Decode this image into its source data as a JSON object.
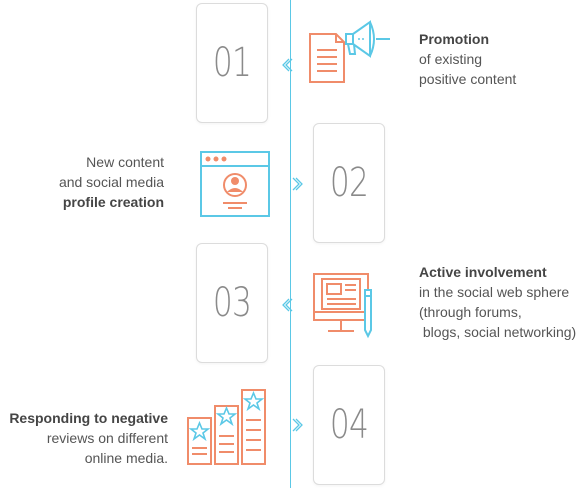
{
  "steps": [
    {
      "number": "01",
      "title": "Promotion",
      "lines": [
        "of existing",
        "positive content"
      ],
      "icon": "megaphone-document-icon"
    },
    {
      "number": "02",
      "title": "profile creation",
      "lines": [
        "New content",
        "and social media"
      ],
      "icon": "browser-profile-icon"
    },
    {
      "number": "03",
      "title": "Active involvement",
      "lines": [
        "in the social web sphere",
        "(through forums,",
        " blogs, social networking)"
      ],
      "icon": "monitor-newspaper-icon"
    },
    {
      "number": "04",
      "title": "Responding to negative",
      "lines": [
        "reviews on different",
        "online media."
      ],
      "icon": "star-ratings-icon"
    }
  ],
  "colors": {
    "accent_orange": "#f08c6a",
    "accent_blue": "#5bc8e6",
    "text": "#555555",
    "number": "#8a8a8a"
  }
}
